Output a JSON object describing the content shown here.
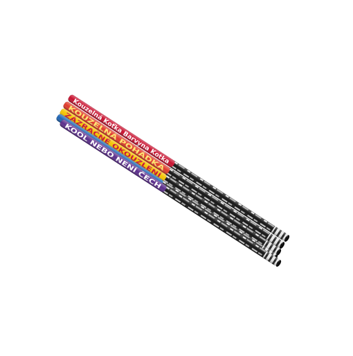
{
  "image": {
    "background": "#ffffff",
    "subject": "candle-fireworks-bundle"
  },
  "tubes": [
    {
      "name": "tube-1",
      "color": "#c8102e",
      "label": "Kouzelná Koťka Barvyna Kotka",
      "label_color": "#ffffff"
    },
    {
      "name": "tube-2",
      "color": "#e03a2a",
      "label": "KOUZELNÁ POHÁDKA",
      "label_color": "#ffe46b"
    },
    {
      "name": "tube-3",
      "color": "#f5c400",
      "label": "ZÁZRAČNÉ OKOUZLENÍ",
      "label_color": "#c8102e"
    },
    {
      "name": "tube-4",
      "color": "#1e64b4",
      "label": "",
      "label_color": "#ffffff"
    },
    {
      "name": "tube-5",
      "color": "#5b2d8c",
      "label": "KOOL NEBO NENÍ ČECH",
      "label_color": "#ffffff"
    }
  ],
  "colors": {
    "shaft": "#151515",
    "shaft_print": "#d8d8d8",
    "cap": "#e6e6e6",
    "cap_dark": "#222222"
  }
}
